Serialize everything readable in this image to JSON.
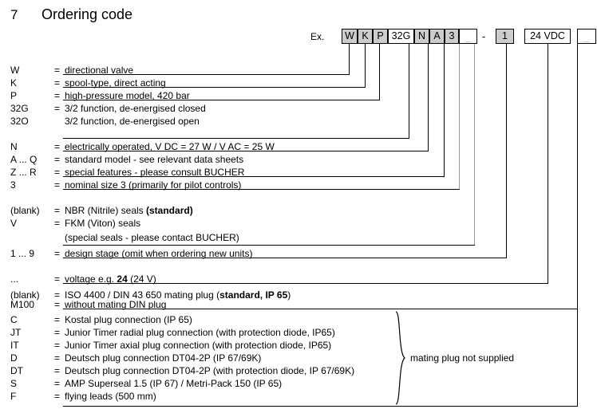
{
  "heading": {
    "number": "7",
    "title": "Ordering code"
  },
  "example": {
    "label": "Ex.",
    "separator": "-",
    "boxes": [
      {
        "text": "W",
        "shaded": true,
        "blank": false
      },
      {
        "text": "K",
        "shaded": true,
        "blank": false
      },
      {
        "text": "P",
        "shaded": true,
        "blank": false
      },
      {
        "text": "32G",
        "shaded": false,
        "blank": false
      },
      {
        "text": "N",
        "shaded": true,
        "blank": false
      },
      {
        "text": "A",
        "shaded": true,
        "blank": false
      },
      {
        "text": "3",
        "shaded": true,
        "blank": false
      },
      {
        "text": "_",
        "shaded": false,
        "blank": true
      },
      {
        "text": "1",
        "shaded": true,
        "blank": false
      },
      {
        "text": "24 VDC",
        "shaded": false,
        "blank": false
      },
      {
        "text": "_",
        "shaded": false,
        "blank": true
      }
    ]
  },
  "legend": {
    "equals": "=",
    "rows": [
      {
        "code": "W",
        "eq": true,
        "desc": "directional valve"
      },
      {
        "code": "K",
        "eq": true,
        "desc": "spool-type, direct acting"
      },
      {
        "code": "P",
        "eq": true,
        "desc": "high-pressure model, 420 bar"
      },
      {
        "code": "32G",
        "eq": true,
        "desc": "3/2 function, de-energised closed"
      },
      {
        "code": "32O",
        "eq": false,
        "desc": "3/2 function, de-energised open"
      },
      {
        "code": "N",
        "eq": true,
        "desc": "electrically operated, V DC = 27  W  /  V AC = 25  W"
      },
      {
        "code": "A ... Q",
        "eq": true,
        "desc": "standard model - see relevant data sheets"
      },
      {
        "code": "Z ... R",
        "eq": true,
        "desc": "special features - please consult BUCHER"
      },
      {
        "code": "3",
        "eq": true,
        "desc": "nominal size 3 (primarily for pilot controls)"
      },
      {
        "code": "(blank)",
        "eq": true,
        "desc": "NBR (Nitrile) seals  (standard)",
        "bold_tail": "(standard)"
      },
      {
        "code": "V",
        "eq": true,
        "desc": "FKM (Viton) seals"
      },
      {
        "code": "",
        "eq": false,
        "desc": "(special seals - please contact BUCHER)"
      },
      {
        "code": "1 ... 9",
        "eq": true,
        "desc": "design stage (omit when ordering new units)"
      },
      {
        "code": "...",
        "eq": true,
        "desc": "voltage e.g. 24 (24 V)"
      },
      {
        "code": "(blank)",
        "eq": true,
        "desc": "ISO 4400 / DIN 43 650 mating plug (standard, IP 65)"
      },
      {
        "code": "M100",
        "eq": true,
        "desc": "without mating DIN plug"
      },
      {
        "code": "C",
        "eq": true,
        "desc": "Kostal plug connection (IP 65)"
      },
      {
        "code": "JT",
        "eq": true,
        "desc": "Junior Timer radial plug connection (with protection diode, IP65)"
      },
      {
        "code": "IT",
        "eq": true,
        "desc": "Junior Timer axial plug connection (with protection diode, IP65)"
      },
      {
        "code": "D",
        "eq": true,
        "desc": "Deutsch plug connection DT04-2P (IP 67/69K)"
      },
      {
        "code": "DT",
        "eq": true,
        "desc": "Deutsch plug connection DT04-2P (with protection diode, IP 67/69K)"
      },
      {
        "code": "S",
        "eq": true,
        "desc": "AMP Superseal 1.5 (IP 67) / Metri-Pack 150 (IP 65)"
      },
      {
        "code": "F",
        "eq": true,
        "desc": "flying leads (500 mm)"
      }
    ]
  },
  "note": {
    "mating_plug": "mating plug not supplied"
  },
  "colors": {
    "shaded_box": "#cccccc",
    "line": "#000000",
    "grey_line": "#999999",
    "background": "#ffffff"
  }
}
